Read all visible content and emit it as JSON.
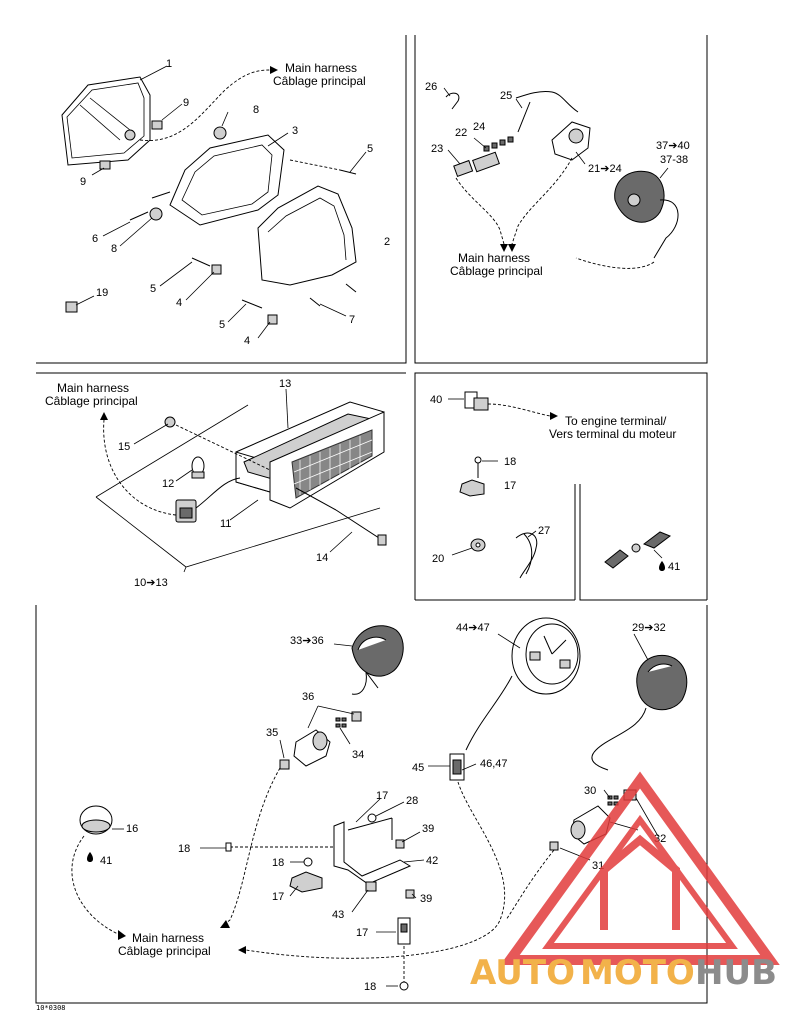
{
  "panel1": {
    "harness_en": "Main harness",
    "harness_fr": "Câblage principal",
    "callouts": [
      "1",
      "9",
      "8",
      "3",
      "5",
      "9",
      "6",
      "8",
      "2",
      "19",
      "5",
      "4",
      "5",
      "7",
      "4"
    ]
  },
  "panel2": {
    "harness_en": "Main harness",
    "harness_fr": "Câblage principal",
    "callouts": [
      "26",
      "25",
      "22",
      "24",
      "23",
      "21➔24",
      "37➔40",
      "37-38"
    ]
  },
  "panel3": {
    "harness_en": "Main harness",
    "harness_fr": "Câblage principal",
    "callouts": [
      "13",
      "15",
      "12",
      "11",
      "14",
      "10➔13"
    ]
  },
  "panel4": {
    "terminal_en": "To engine terminal/",
    "terminal_fr": "Vers terminal du moteur",
    "callouts": [
      "40",
      "18",
      "17",
      "20",
      "27"
    ]
  },
  "panel5": {
    "callouts": [
      "41"
    ]
  },
  "panel6": {
    "harness_en": "Main harness",
    "harness_fr": "Câblage principal",
    "callouts": [
      "33➔36",
      "44➔47",
      "29➔32",
      "36",
      "35",
      "34",
      "45",
      "46,47",
      "30",
      "16",
      "41",
      "17",
      "28",
      "18",
      "39",
      "32",
      "31",
      "18",
      "42",
      "17",
      "39",
      "43",
      "17",
      "18"
    ]
  },
  "figure_code": "10*0308",
  "watermark": {
    "auto": "AUTO",
    "moto": "MOTO",
    "hub": "HUB",
    "color_auto": "#f2b24a",
    "color_moto": "#f2b24a",
    "color_hub": "#8c8c8c",
    "color_logo": "#e23b3b"
  }
}
